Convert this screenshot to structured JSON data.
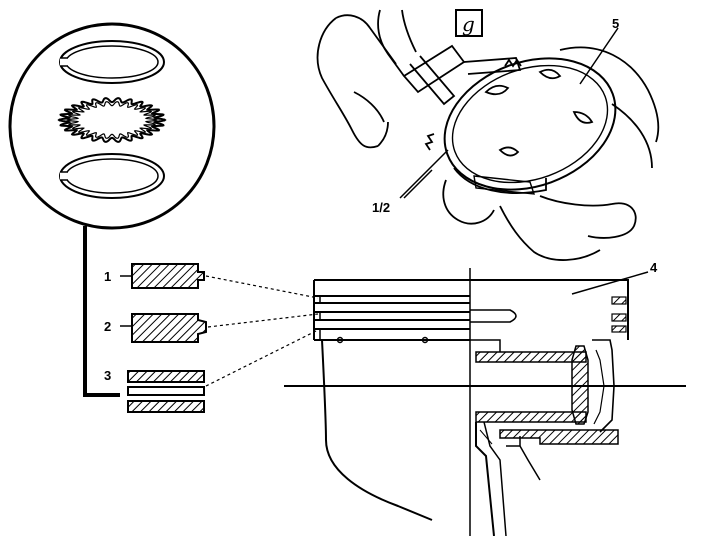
{
  "callouts": {
    "ring_top": "1",
    "ring_second": "2",
    "ring_oil": "3",
    "piston": "4",
    "piston_top_view": "5",
    "tool_jaws": "1/2"
  },
  "tool_symbol": "g",
  "icons": {
    "tool_symbol_box": "special-tool-symbol-icon"
  },
  "colors": {
    "line": "#000000",
    "background": "#ffffff"
  }
}
